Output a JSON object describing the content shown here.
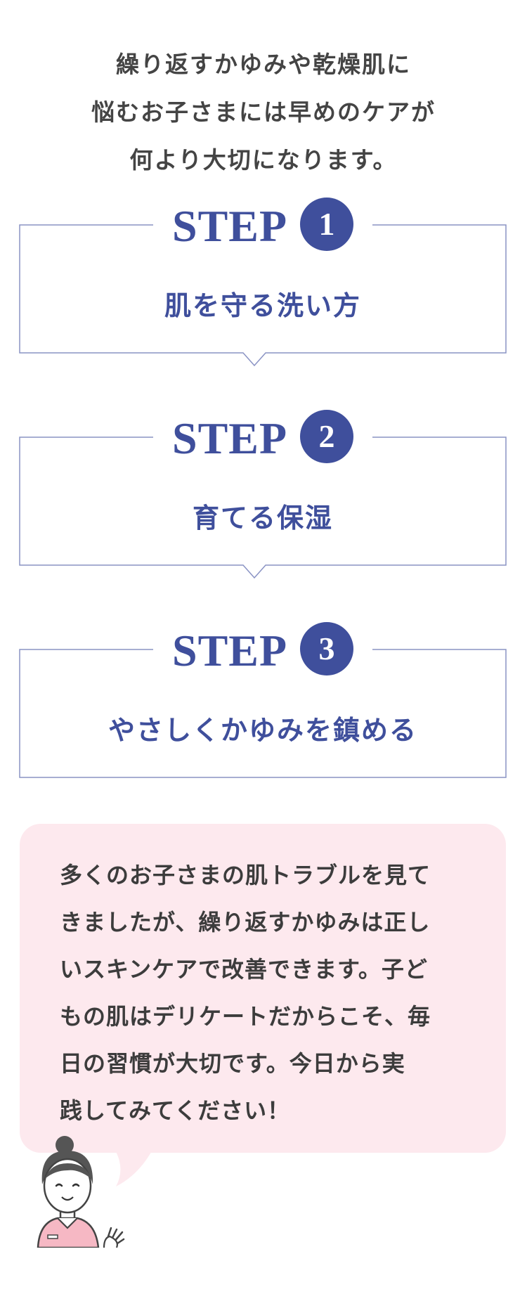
{
  "intro": {
    "lines": [
      "繰り返すかゆみや乾燥肌に",
      "悩むお子さまには早めのケアが",
      "何より大切になります。"
    ]
  },
  "steps": [
    {
      "word": "STEP",
      "number": "1",
      "title": "肌を守る洗い方"
    },
    {
      "word": "STEP",
      "number": "2",
      "title": "育てる保湿"
    },
    {
      "word": "STEP",
      "number": "3",
      "title": "やさしくかゆみを鎮める"
    }
  ],
  "colors": {
    "accent": "#3f4f9c",
    "bubble": "#fde9ee",
    "frame": "#8a93c4"
  },
  "message": {
    "lines": [
      "多くのお子さまの肌トラブルを見て",
      "きましたが、繰り返すかゆみは正し",
      "いスキンケアで改善できます。子ど",
      "もの肌はデリケートだからこそ、毎",
      "日の習慣が大切です。今日から実",
      "践してみてください！"
    ]
  },
  "icons": {
    "avatar": "nurse-avatar-icon",
    "hand": "waving-hand-icon"
  }
}
